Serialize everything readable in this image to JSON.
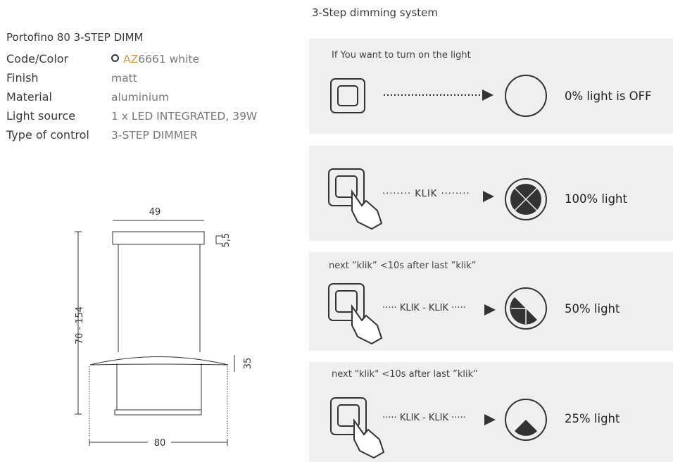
{
  "product": {
    "title": "Portofino 80 3-STEP DIMM",
    "specs": [
      {
        "label": "Code/Color",
        "code_prefix": "AZ",
        "code_rest": "6661 white"
      },
      {
        "label": "Finish",
        "value": "matt"
      },
      {
        "label": "Material",
        "value": "aluminium"
      },
      {
        "label": "Light source",
        "value": "1 x LED INTEGRATED, 39W"
      },
      {
        "label": "Type of control",
        "value": "3-STEP DIMMER"
      }
    ]
  },
  "drawing": {
    "top_width": "49",
    "canopy_height": "5,5",
    "height_range": "70 - 154",
    "shade_height": "35",
    "bottom_width": "80"
  },
  "dimming": {
    "title": "3-Step dimming system",
    "steps": [
      {
        "caption": "If You want  to turn on the light",
        "klik": "",
        "result": "0% light is OFF"
      },
      {
        "caption": "",
        "klik": "KLIK",
        "result": "100% light"
      },
      {
        "caption": "next ”klik” <10s after last ”klik”",
        "klik": "KLIK - KLIK",
        "result": "50% light"
      },
      {
        "caption": "next \"klik\" <10s after last ”klik”",
        "klik": "KLIK - KLIK",
        "result": "25% light"
      }
    ]
  },
  "colors": {
    "panel_bg": "#efefef",
    "accent": "#d79a3c",
    "line": "#333333"
  }
}
